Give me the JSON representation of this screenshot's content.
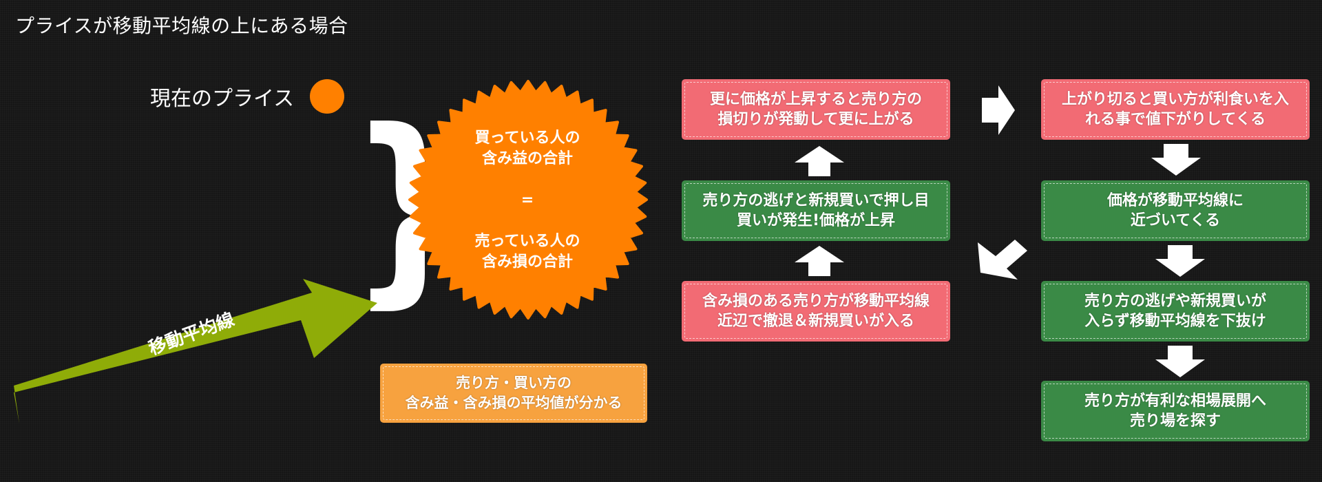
{
  "title": "プライスが移動平均線の上にある場合",
  "current_price_label": "現在のプライス",
  "brace_glyph": "}",
  "burst": {
    "line1": "買っている人の",
    "line2": "含み益の合計",
    "equals": "=",
    "line3": "売っている人の",
    "line4": "含み損の合計"
  },
  "moving_average_label": "移動平均線",
  "bottom_note": "売り方・買い方の\n含み益・含み損の平均値が分かる",
  "left_column": {
    "top": "更に価格が上昇すると売り方の\n損切りが発動して更に上がる",
    "middle": "売り方の逃げと新規買いで押し目\n買いが発生!価格が上昇",
    "bottom": "含み損のある売り方が移動平均線\n近辺で撤退＆新規買いが入る"
  },
  "right_column": {
    "step1": "上がり切ると買い方が利食いを入\nれる事で値下がりしてくる",
    "step2": "価格が移動平均線に\n近づいてくる",
    "step3": "売り方の逃げや新規買いが\n入らず移動平均線を下抜け",
    "step4": "売り方が有利な相場展開へ\n売り場を探す"
  },
  "colors": {
    "background": "#161616",
    "orange": "#ff8000",
    "ma_arrow": "#8fac08",
    "red_box": "#f26b74",
    "green_box": "#3a8a46",
    "note_box": "#f7a23f"
  }
}
